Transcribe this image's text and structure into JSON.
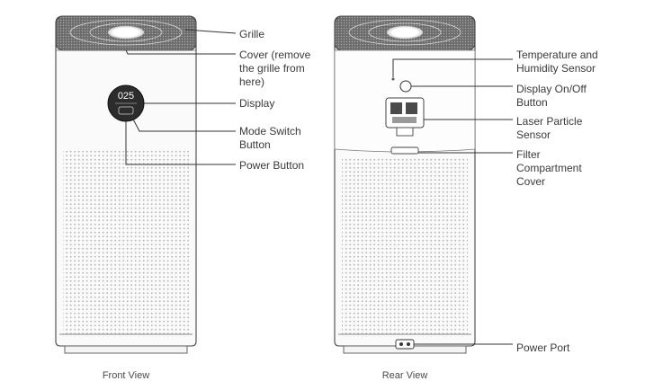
{
  "front_view": {
    "caption": "Front View",
    "display_value": "025",
    "labels": {
      "grille": "Grille",
      "cover": [
        "Cover (remove",
        "the grille from",
        "here)"
      ],
      "display": "Display",
      "mode_switch": [
        "Mode Switch",
        "Button"
      ],
      "power_button": "Power Button"
    }
  },
  "rear_view": {
    "caption": "Rear View",
    "labels": {
      "temp_sensor": [
        "Temperature and",
        "Humidity Sensor"
      ],
      "display_toggle": [
        "Display On/Off",
        "Button"
      ],
      "laser_sensor": [
        "Laser Particle",
        "Sensor"
      ],
      "filter_cover": [
        "Filter",
        "Compartment",
        "Cover"
      ],
      "power_port": "Power Port"
    }
  }
}
